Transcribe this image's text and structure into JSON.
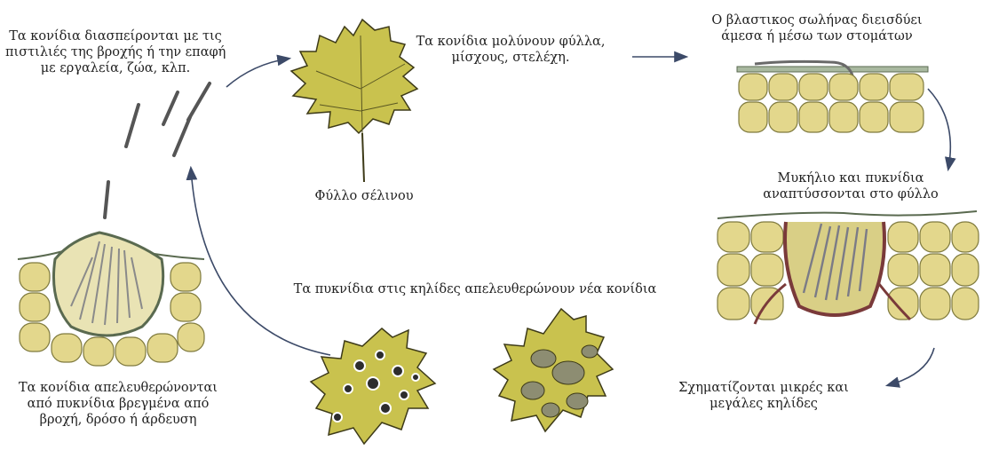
{
  "labels": {
    "spread": [
      "Τα κονίδια διασπείρονται με τις",
      "πιστιλιές της βροχής ή την επαφή",
      "με εργαλεία, ζώα, κλπ."
    ],
    "infect": [
      "Τα κονίδια μολύνουν φύλλα,",
      "μίσχους, στελέχη."
    ],
    "penetrate": [
      "Ο βλαστικος σωλήνας διεισδύει",
      "άμεσα ή μέσω των στομάτων"
    ],
    "leaf": "Φύλλο σέλινου",
    "mycelium": [
      "Μυκήλιο και πυκνίδια",
      "αναπτύσσονται στο φύλλο"
    ],
    "release_new": "Τα πυκνίδια στις κηλίδες απελευθερώνουν νέα κονίδια",
    "lesions": [
      "Σχηματίζονται μικρές και",
      "μεγάλες κηλίδες"
    ],
    "release_wet": [
      "Τα κονίδια απελευθερώνονται",
      "από πυκνίδια βρεγμένα από",
      "βροχή, δρόσο ή άρδευση"
    ]
  },
  "colors": {
    "cell": "#e3d78c",
    "cell_stroke": "#7f7a3e",
    "leaf": "#c9c24e",
    "leaf_stroke": "#3d3a18",
    "arrow": "#3c4a68",
    "mycelium": "#7a3a3a"
  }
}
